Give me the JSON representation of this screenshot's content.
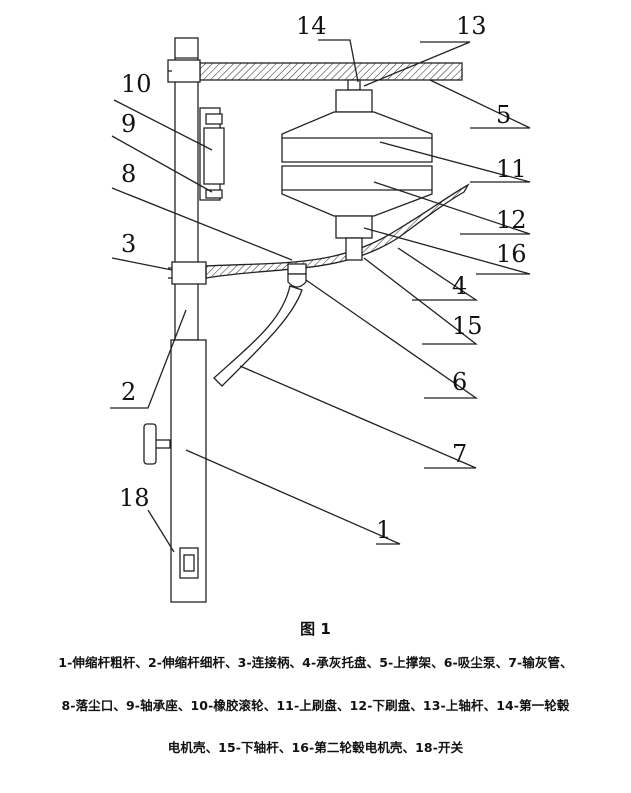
{
  "figure": {
    "labels": {
      "l14": "14",
      "l13": "13",
      "l10": "10",
      "l5": "5",
      "l9": "9",
      "l11": "11",
      "l8": "8",
      "l12": "12",
      "l3": "3",
      "l16": "16",
      "l4": "4",
      "l15": "15",
      "l2": "2",
      "l6": "6",
      "l7": "7",
      "l18": "18",
      "l1": "1"
    }
  },
  "caption": {
    "title": "图 1",
    "legend_lines": [
      "1-伸缩杆粗杆、2-伸缩杆细杆、3-连接柄、4-承灰托盘、5-上撑架、6-吸尘泵、7-输灰管、",
      "8-落尘口、9-轴承座、10-橡胶滚轮、11-上刷盘、12-下刷盘、13-上轴杆、14-第一轮毂",
      "电机壳、15-下轴杆、16-第二轮毂电机壳、18-开关"
    ]
  }
}
